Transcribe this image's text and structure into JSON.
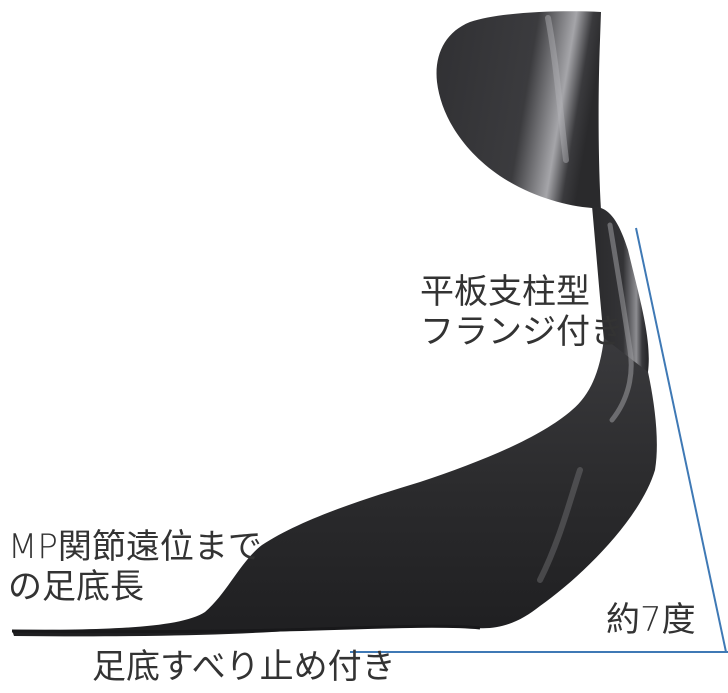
{
  "labels": {
    "flange": {
      "line1": "平板支柱型",
      "line2": "フランジ付き"
    },
    "mp_length": {
      "line1": "MP関節遠位まで",
      "line2": "の足底長"
    },
    "angle": "約7度",
    "non_slip": "足底すべり止め付き"
  },
  "colors": {
    "orthosis_dark": "#2b2b2d",
    "orthosis_mid": "#4a4a4d",
    "orthosis_highlight": "#9a9a9e",
    "angle_line": "#3f79b5",
    "text": "#333333"
  }
}
